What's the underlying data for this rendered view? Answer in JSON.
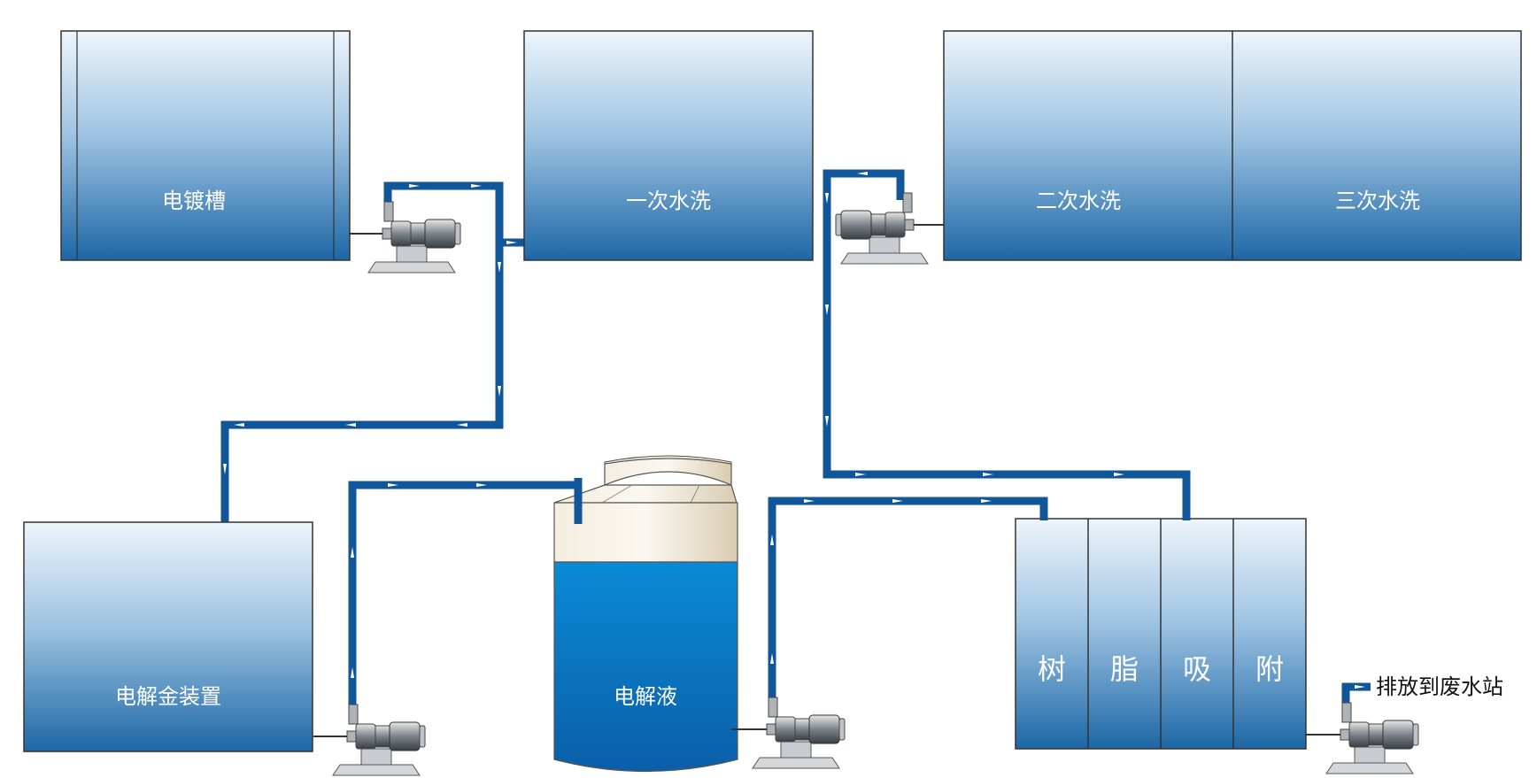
{
  "tanks": {
    "plating": "电镀槽",
    "rinse1": "一次水洗",
    "rinse2": "二次水洗",
    "rinse3": "三次水洗",
    "recovery": "电解金装置",
    "electrolyte": "电解液"
  },
  "resin": {
    "chars": [
      "树",
      "脂",
      "吸",
      "附"
    ]
  },
  "drain_label": "排放到废水站",
  "colors": {
    "tank_top": "#e8f1f8",
    "tank_bottom": "#1e6aa8",
    "pipe": "#12569a",
    "electrolyte_liquid": "#0c7cc8",
    "electrolyte_head": "#f2ead8",
    "pump": "#9aa0a6"
  },
  "icons": [
    "pump-icon",
    "flow-arrow-icon"
  ]
}
